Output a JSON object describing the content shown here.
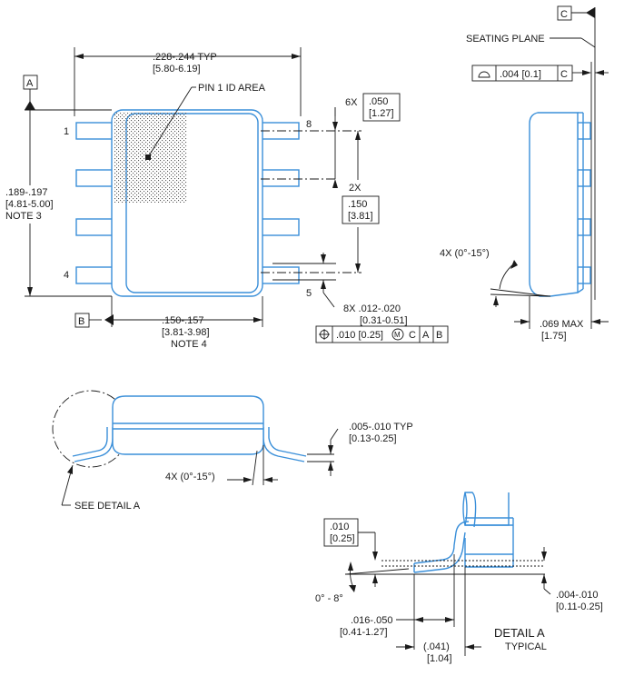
{
  "datums": {
    "a": "A",
    "b": "B",
    "c": "C"
  },
  "top_view": {
    "width_dim": ".228-.244  TYP",
    "width_dim_mm": "[5.80-6.19]",
    "pin1_label": "PIN 1 ID AREA",
    "pitch_count": "6X",
    "pitch_in": ".050",
    "pitch_mm": "[1.27]",
    "span_count": "2X",
    "span_in": ".150",
    "span_mm": "[3.81]",
    "length_dim": ".189-.197",
    "length_dim_mm": "[4.81-5.00]",
    "length_note": "NOTE 3",
    "body_dim": ".150-.157",
    "body_dim_mm": "[3.81-3.98]",
    "body_note": "NOTE 4",
    "lead_width": "8X .012-.020",
    "lead_width_mm": "[0.31-0.51]",
    "pin_1": "1",
    "pin_4": "4",
    "pin_5": "5",
    "pin_8": "8"
  },
  "fcf_position": {
    "symbol": "⌖",
    "tol": ".010 [0.25]",
    "modifier": "M",
    "d1": "C",
    "d2": "A",
    "d3": "B"
  },
  "side_view": {
    "seating_plane": "SEATING PLANE",
    "flatness": ".004 [0.1]",
    "flatness_datum": "C",
    "angle": "4X (0°-15°)",
    "height": ".069 MAX",
    "height_mm": "[1.75]"
  },
  "end_view": {
    "thickness": ".005-.010  TYP",
    "thickness_mm": "[0.13-0.25]",
    "angle": "4X (0°-15°)",
    "see_detail": "SEE DETAIL A"
  },
  "detail": {
    "standoff_in": ".010",
    "standoff_mm": "[0.25]",
    "angle": "0° - 8°",
    "foot_in": ".016-.050",
    "foot_mm": "[0.41-1.27]",
    "ref_in": "(.041)",
    "ref_mm": "[1.04]",
    "stand_in": ".004-.010",
    "stand_mm": "[0.11-0.25]",
    "title": "DETAIL A",
    "subtitle": "TYPICAL"
  }
}
